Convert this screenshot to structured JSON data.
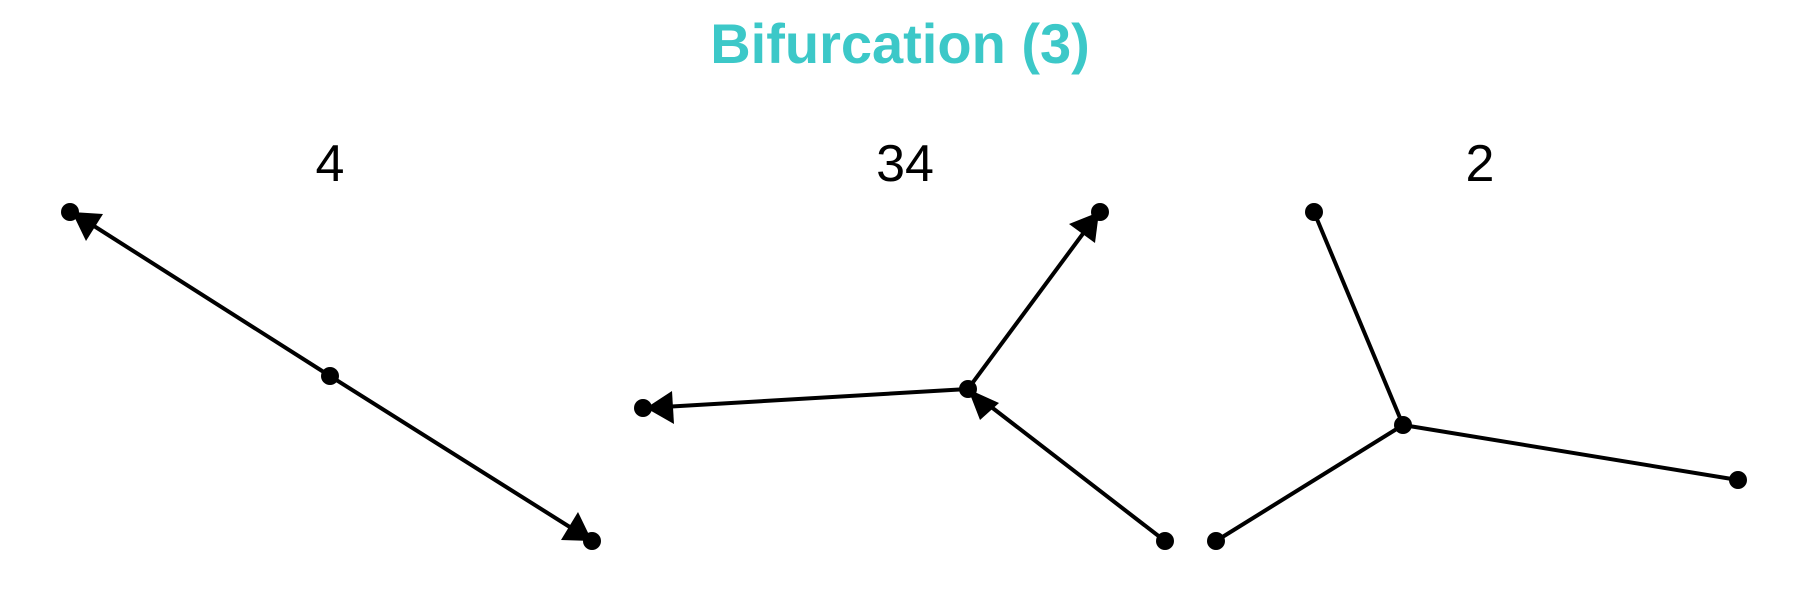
{
  "title": "Bifurcation (3)",
  "colors": {
    "title": "#3cc8c8",
    "stroke": "#000000"
  },
  "panels": [
    {
      "label": "4"
    },
    {
      "label": "34"
    },
    {
      "label": "2"
    }
  ]
}
